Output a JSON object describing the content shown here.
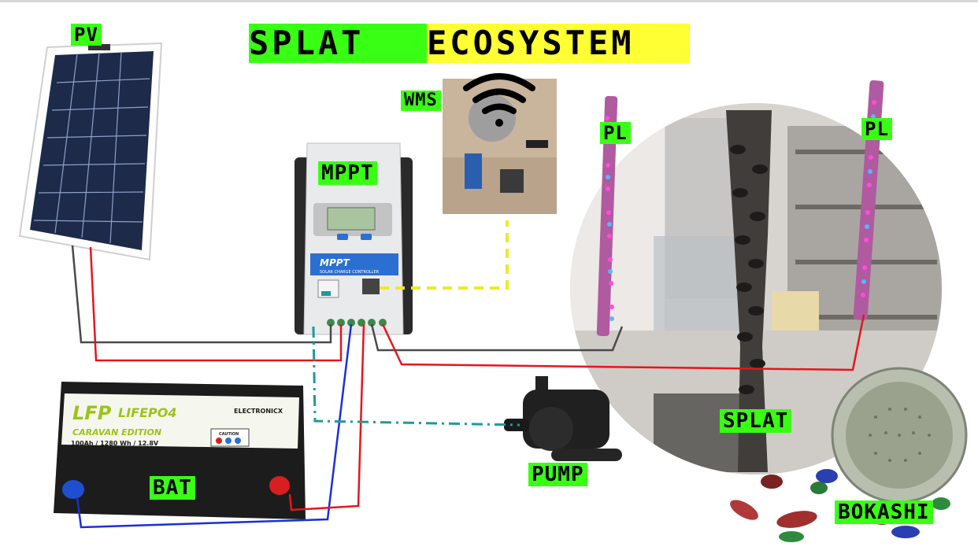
{
  "title": {
    "part1": "SPLAT ",
    "part2": "ECOSYSTEM",
    "color1": "#39ff14",
    "color2": "#ffff33"
  },
  "labels": {
    "pv": "PV",
    "wms": "WMS",
    "mppt": "MPPT",
    "pl_left": "PL",
    "pl_right": "PL",
    "bat": "BAT",
    "pump": "PUMP",
    "splat": "SPLAT",
    "bokashi": "BOKASHI"
  },
  "mppt": {
    "brand": "MPPT",
    "subtitle": "SOLAR CHARGE CONTROLLER"
  },
  "battery": {
    "logo": "LFP",
    "chem": "LIFEPO4",
    "edition": "CARAVAN EDITION",
    "brand": "ELECTRONICX",
    "spec": "100Ah / 1280 Wh / 12.8V",
    "caution": "CAUTION"
  },
  "colors": {
    "label_bg": "#39ff14",
    "wire_positive": "#e8141c",
    "wire_negative": "#1a2fd6",
    "wire_ground": "#4a4a4a",
    "signal_dashed": "#f0e82a",
    "water_dashdot": "#1f9a9a"
  }
}
